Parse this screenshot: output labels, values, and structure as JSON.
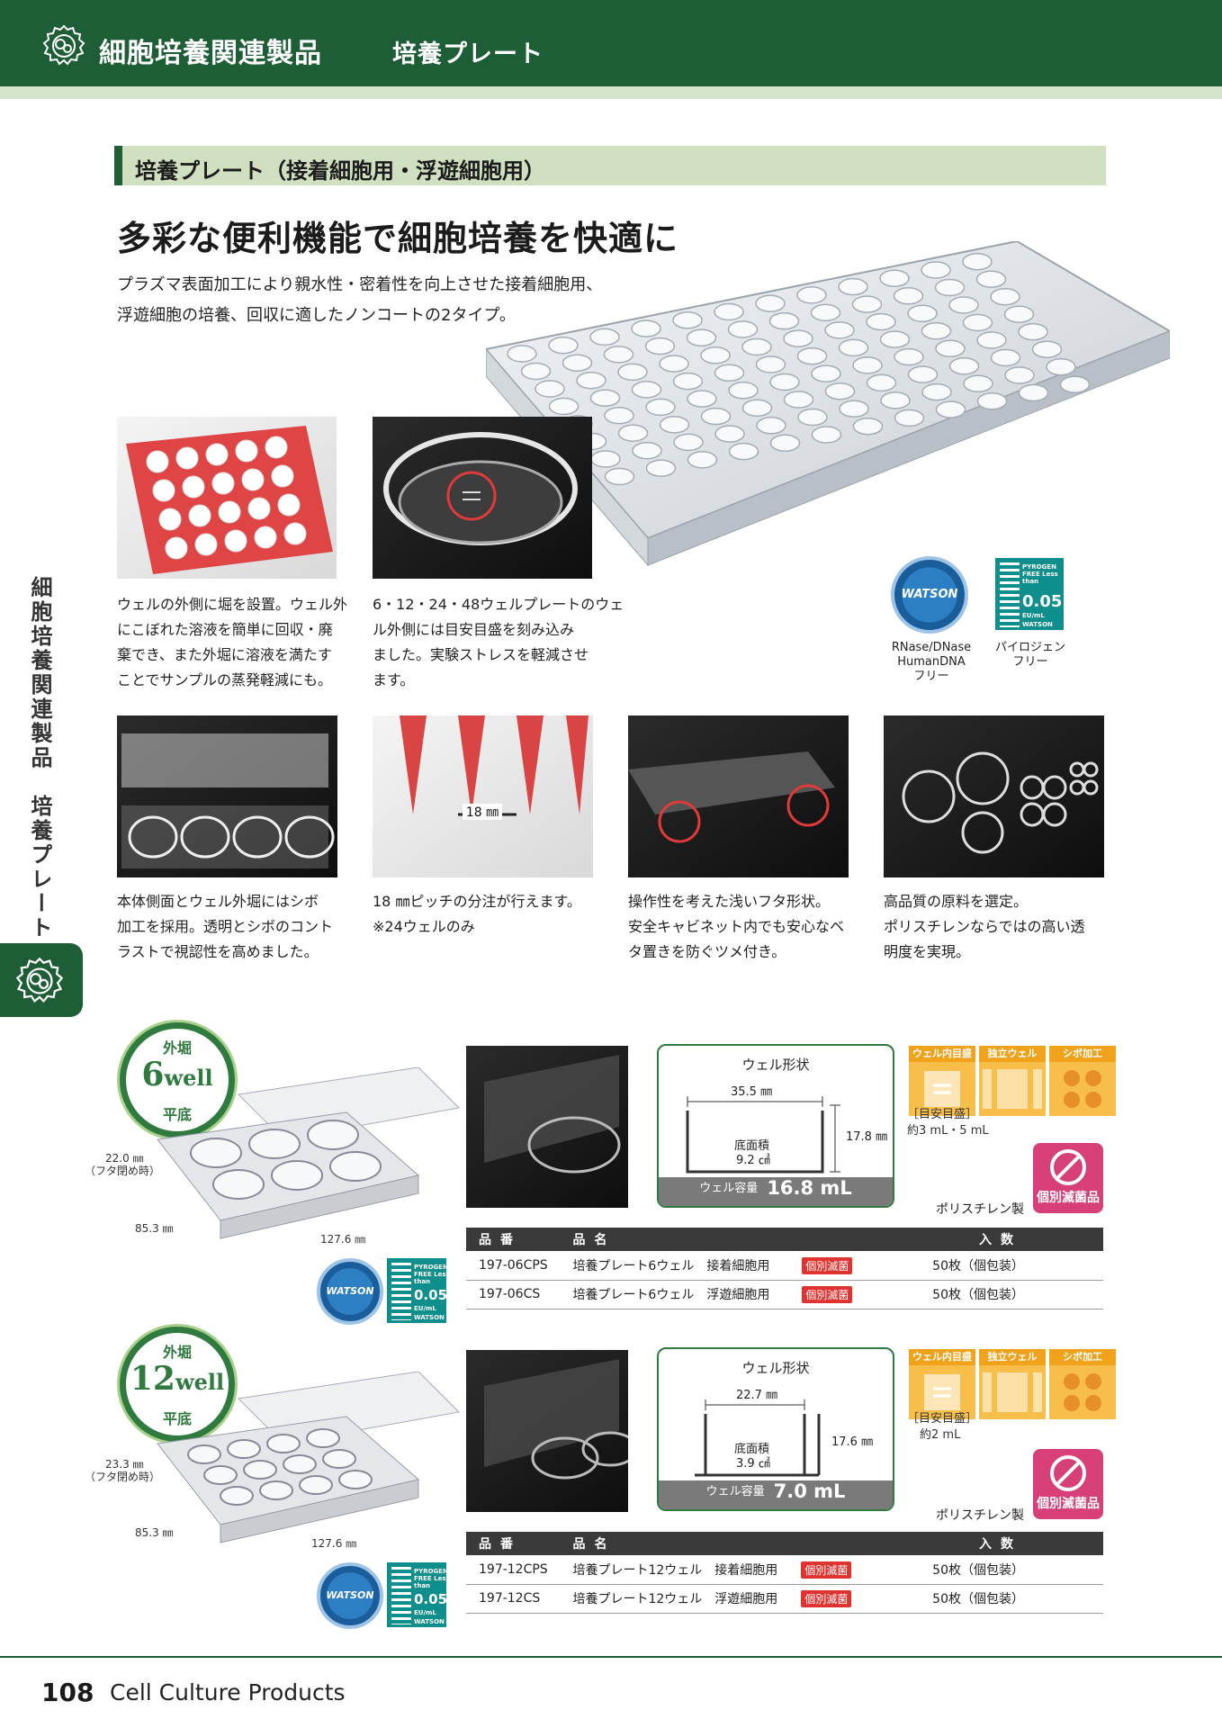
{
  "header": {
    "title": "細胞培養関連製品",
    "subtitle": "培養プレート"
  },
  "side": {
    "text": "細胞培養関連製品　培養プレート"
  },
  "section": {
    "banner": "培養プレート（接着細胞用・浮遊細胞用）",
    "headline": "多彩な便利機能で細胞培養を快適に",
    "intro_1": "プラズマ表面加工により親水性・密着性を向上させた接着細胞用、",
    "intro_2": "浮遊細胞の培養、回収に適したノンコートの2タイプ。"
  },
  "features_top": [
    {
      "lines": [
        "ウェルの外側に堀を設置。ウェル外",
        "にこぼれた溶液を簡単に回収・廃",
        "棄でき、また外堀に溶液を満たす",
        "ことでサンプルの蒸発軽減にも。"
      ]
    },
    {
      "lines": [
        "6・12・24・48ウェルプレートのウェ",
        "ル外側には目安目盛を刻み込み",
        "ました。実験ストレスを軽減させ",
        "ます。"
      ]
    }
  ],
  "badges": {
    "watson": "WATSON",
    "pyrogen_label": "PYROGEN FREE Less than",
    "pyrogen_value": "0.05",
    "pyrogen_unit": "EU/mL",
    "pyrogen_brand": "WATSON",
    "rnase_caption": [
      "RNase/DNase",
      "HumanDNA",
      "フリー"
    ],
    "pyrogen_caption": [
      "パイロジェン",
      "フリー"
    ]
  },
  "features_bottom": [
    {
      "lines": [
        "本体側面とウェル外堀にはシボ",
        "加工を採用。透明とシボのコント",
        "ラストで視認性を高めました。"
      ]
    },
    {
      "lines": [
        "18 ㎜ピッチの分注が行えます。",
        "※24ウェルのみ"
      ],
      "photo_label": "18 ㎜"
    },
    {
      "lines": [
        "操作性を考えた浅いフタ形状。",
        "安全キャビネット内でも安心なベ",
        "タ置きを防ぐツメ付き。"
      ]
    },
    {
      "lines": [
        "高品質の原料を選定。",
        "ポリスチレンならではの高い透",
        "明度を実現。"
      ]
    }
  ],
  "feature_icons": [
    "ウェル内目盛",
    "独立ウェル",
    "シボ加工"
  ],
  "products": [
    {
      "circle_top": "外堀",
      "circle_num": "6",
      "circle_unit": "well",
      "circle_bottom": "平底",
      "dim_height": "22.0 ㎜",
      "dim_height_note": "（フタ閉め時）",
      "dim_depth": "85.3 ㎜",
      "dim_width": "127.6 ㎜",
      "shape_title": "ウェル形状",
      "shape_diameter": "35.5 ㎜",
      "shape_depth": "17.8 ㎜",
      "shape_area_label": "底面積",
      "shape_area": "9.2 ㎠",
      "volume_label": "ウェル容量",
      "volume": "16.8 mL",
      "scale_note": "［目安目盛］",
      "scale_value": "約3 mL・5 mL",
      "sterile": "個別滅菌品",
      "material": "ポリスチレン製",
      "table_head": [
        "品番",
        "品名",
        "入数"
      ],
      "rows": [
        {
          "code": "197-06CPS",
          "name": "培養プレート6ウェル　接着細胞用",
          "tag": "個別滅菌",
          "qty": "50枚（個包装）"
        },
        {
          "code": "197-06CS",
          "name": "培養プレート6ウェル　浮遊細胞用",
          "tag": "個別滅菌",
          "qty": "50枚（個包装）"
        }
      ]
    },
    {
      "circle_top": "外堀",
      "circle_num": "12",
      "circle_unit": "well",
      "circle_bottom": "平底",
      "dim_height": "23.3 ㎜",
      "dim_height_note": "（フタ閉め時）",
      "dim_depth": "85.3 ㎜",
      "dim_width": "127.6 ㎜",
      "shape_title": "ウェル形状",
      "shape_diameter": "22.7 ㎜",
      "shape_depth": "17.6 ㎜",
      "shape_area_label": "底面積",
      "shape_area": "3.9 ㎠",
      "volume_label": "ウェル容量",
      "volume": "7.0 mL",
      "scale_note": "［目安目盛］",
      "scale_value": "約2 mL",
      "sterile": "個別滅菌品",
      "material": "ポリスチレン製",
      "table_head": [
        "品番",
        "品名",
        "入数"
      ],
      "rows": [
        {
          "code": "197-12CPS",
          "name": "培養プレート12ウェル　接着細胞用",
          "tag": "個別滅菌",
          "qty": "50枚（個包装）"
        },
        {
          "code": "197-12CS",
          "name": "培養プレート12ウェル　浮遊細胞用",
          "tag": "個別滅菌",
          "qty": "50枚（個包装）"
        }
      ]
    }
  ],
  "footer": {
    "page_number": "108",
    "label": "Cell Culture Products"
  }
}
